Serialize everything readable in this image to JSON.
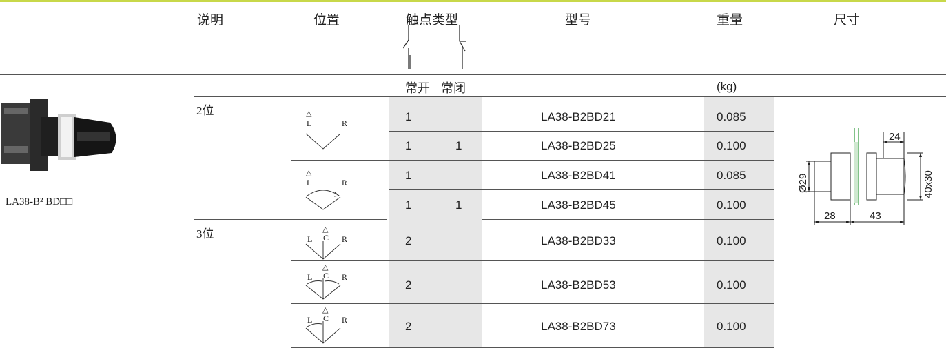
{
  "header": {
    "description": "说明",
    "position": "位置",
    "contact_type": "触点类型",
    "model": "型号",
    "weight": "重量",
    "dimensions": "尺寸"
  },
  "subheader": {
    "no": "常开",
    "nc": "常闭",
    "weight_unit": "(kg)"
  },
  "product_label": "LA38-B² BD□□",
  "groups": [
    {
      "label": "2位"
    },
    {
      "label": "3位"
    }
  ],
  "rows": [
    {
      "no": "1",
      "nc": "",
      "model": "LA38-B2BD21",
      "weight": "0.085"
    },
    {
      "no": "1",
      "nc": "1",
      "model": "LA38-B2BD25",
      "weight": "0.100"
    },
    {
      "no": "1",
      "nc": "",
      "model": "LA38-B2BD41",
      "weight": "0.085"
    },
    {
      "no": "1",
      "nc": "1",
      "model": "LA38-B2BD45",
      "weight": "0.100"
    },
    {
      "no": "2",
      "nc": "",
      "model": "LA38-B2BD33",
      "weight": "0.100"
    },
    {
      "no": "2",
      "nc": "",
      "model": "LA38-B2BD53",
      "weight": "0.100"
    },
    {
      "no": "2",
      "nc": "",
      "model": "LA38-B2BD73",
      "weight": "0.100"
    }
  ],
  "position_diagrams": [
    {
      "left": "L",
      "center": "",
      "right": "R",
      "marker": "△"
    },
    {
      "left": "L",
      "center": "",
      "right": "R",
      "marker": "△"
    },
    {
      "left": "L",
      "center": "C",
      "right": "R",
      "marker": "△"
    },
    {
      "left": "L",
      "center": "C",
      "right": "R",
      "marker": "△"
    },
    {
      "left": "L",
      "center": "C",
      "right": "R",
      "marker": "△"
    }
  ],
  "dimensions": {
    "d1": "24",
    "d2": "Ø29",
    "d3": "40x30",
    "d4": "28",
    "d5": "43"
  },
  "colors": {
    "accent": "#c8d84a",
    "shade": "#e7e7e7",
    "green": "#2e9a3a"
  }
}
